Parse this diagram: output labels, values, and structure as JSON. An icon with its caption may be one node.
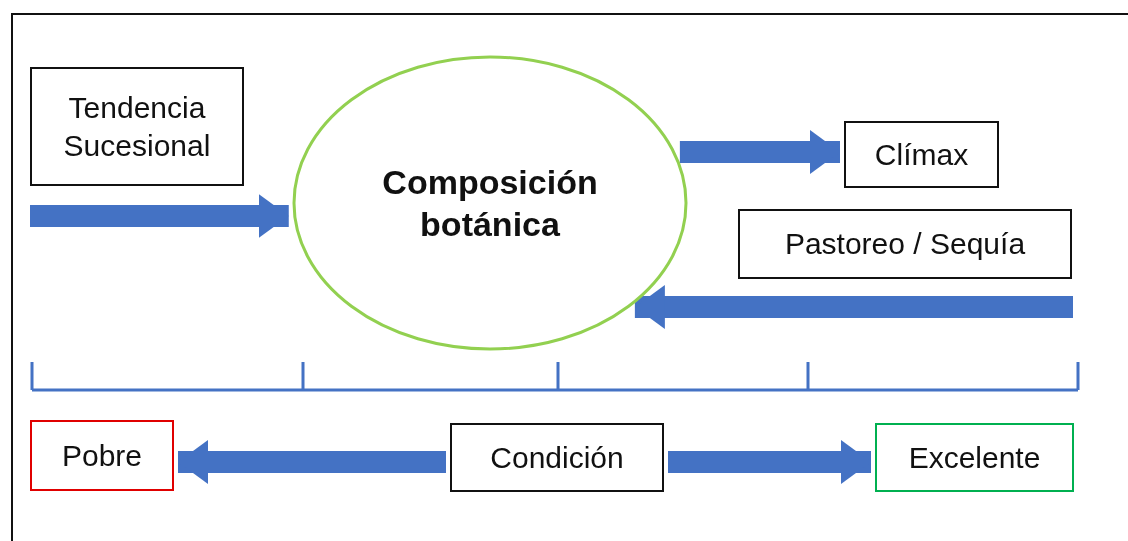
{
  "diagram": {
    "nodes": [
      {
        "text": [
          "Tendencia Sucesional"
        ]
      },
      {
        "text": [
          "Composición botánica"
        ]
      },
      {
        "text": [
          "Clímax"
        ]
      },
      {
        "text": [
          "Pastoreo / Sequía"
        ]
      },
      {
        "text": [
          "Pobre"
        ]
      },
      {
        "text": [
          "Condición"
        ]
      },
      {
        "text": [
          "Excelente"
        ]
      }
    ],
    "edges": [
      {
        "from": null,
        "to": 1,
        "arrow": "to"
      },
      {
        "from": 1,
        "to": 2,
        "arrow": "to"
      },
      {
        "from": null,
        "to": 1,
        "arrow": "to"
      },
      {
        "from": 5,
        "to": 4,
        "arrow": "to"
      },
      {
        "from": 5,
        "to": 6,
        "arrow": "to"
      }
    ]
  }
}
